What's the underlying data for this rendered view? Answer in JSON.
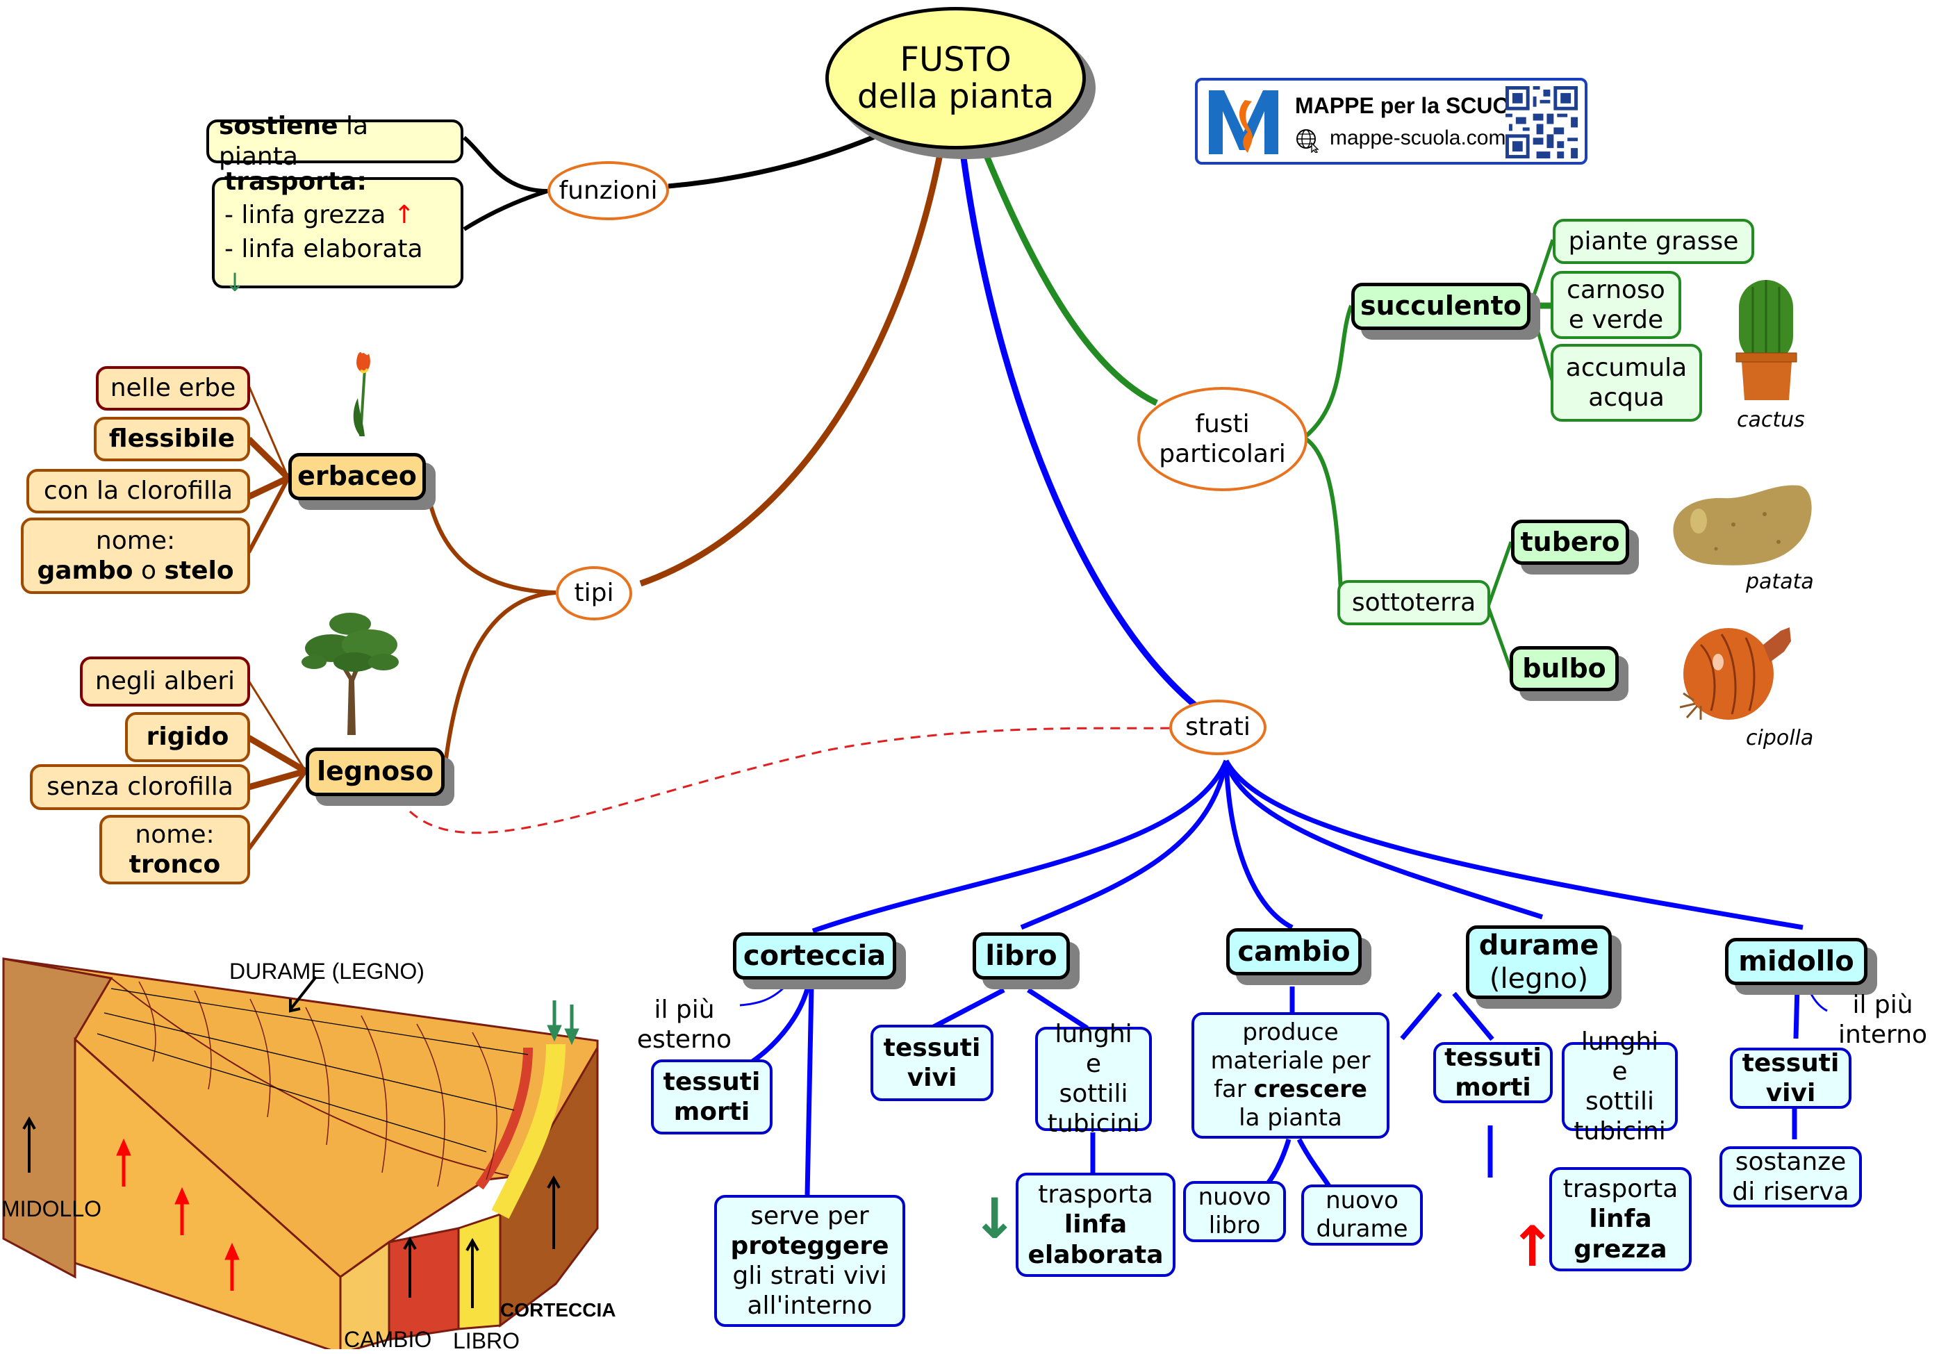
{
  "root": {
    "line1": "FUSTO",
    "line2": "della pianta"
  },
  "brand": {
    "title": "MAPPE per la SCUOLA",
    "url": "mappe-scuola.com",
    "logo_icon": "m-logo",
    "globe_icon": "globe-cursor-icon",
    "qr_icon": "qr-code"
  },
  "funzioni": {
    "label": "funzioni",
    "sostiene": {
      "bold": "sostiene",
      "rest": " la pianta"
    },
    "trasporta": {
      "title": "trasporta:",
      "line1": "- linfa grezza ",
      "line1_arrow": "↑",
      "line2": "- linfa elaborata ",
      "line2_arrow": "↓"
    }
  },
  "tipi": {
    "label": "tipi",
    "erbaceo": {
      "label": "erbaceo",
      "image": "tulip-icon",
      "items": {
        "a": "nelle erbe",
        "b": "flessibile",
        "c": "con la clorofilla",
        "d_line1": "nome:",
        "d_bold1": "gambo",
        "d_mid": " o ",
        "d_bold2": "stelo"
      }
    },
    "legnoso": {
      "label": "legnoso",
      "image": "tree-icon",
      "items": {
        "a": "negli alberi",
        "b": "rigido",
        "c": "senza clorofilla",
        "d_line1": "nome:",
        "d_bold": "tronco"
      }
    }
  },
  "fusti_particolari": {
    "line1": "fusti",
    "line2": "particolari",
    "succulento": {
      "label": "succulento",
      "items": [
        "piante grasse",
        "carnoso\ne verde",
        "accumula\nacqua"
      ],
      "caption": "cactus"
    },
    "sottoterra": {
      "label": "sottoterra",
      "tubero": "tubero",
      "tubero_caption": "patata",
      "bulbo": "bulbo",
      "bulbo_caption": "cipolla"
    }
  },
  "strati": {
    "label": "strati",
    "corteccia": {
      "label": "corteccia",
      "note": "il più\nesterno",
      "child1_l1": "tessuti",
      "child1_l2": "morti",
      "child2": {
        "l1": "serve per",
        "bold": "proteggere",
        "l3": "gli strati vivi",
        "l4": "all'interno"
      }
    },
    "libro": {
      "label": "libro",
      "child1_l1": "tessuti",
      "child1_l2": "vivi",
      "child2": "lunghi\ne sottili\ntubicini",
      "child3": {
        "l1": "trasporta",
        "b1": "linfa",
        "b2": "elaborata"
      },
      "arrow": "↓"
    },
    "cambio": {
      "label": "cambio",
      "child1": {
        "l1": "produce",
        "l2": "materiale per",
        "l3a": "far ",
        "l3b": "crescere",
        "l4": "la pianta"
      },
      "child2": "nuovo\nlibro",
      "child3": "nuovo\ndurame"
    },
    "durame": {
      "label": "durame",
      "sub": "(legno)",
      "child1_l1": "tessuti",
      "child1_l2": "morti",
      "child2": "lunghi\ne sottili\ntubicini",
      "child3": {
        "l1": "trasporta",
        "b1": "linfa",
        "b2": "grezza"
      },
      "arrow": "↑"
    },
    "midollo": {
      "label": "midollo",
      "note": "il più\ninterno",
      "child1_l1": "tessuti",
      "child1_l2": "vivi",
      "child2": "sostanze\ndi riserva"
    }
  },
  "trunk_diagram": {
    "labels": {
      "durame": "DURAME (LEGNO)",
      "midollo": "MIDOLLO",
      "cambio": "CAMBIO",
      "libro": "LIBRO",
      "corteccia": "CORTECCIA"
    },
    "up_arrows": [
      "↑",
      "↑",
      "↑"
    ],
    "down_arrows": "↓↓"
  },
  "colors": {
    "funzioni_branch": "#000000",
    "tipi_branch": "#9a3c00",
    "strati_branch": "#0000ff",
    "fusti_branch": "#228b22",
    "oval_border": "#e8731f",
    "cross_link": "#e02020"
  }
}
